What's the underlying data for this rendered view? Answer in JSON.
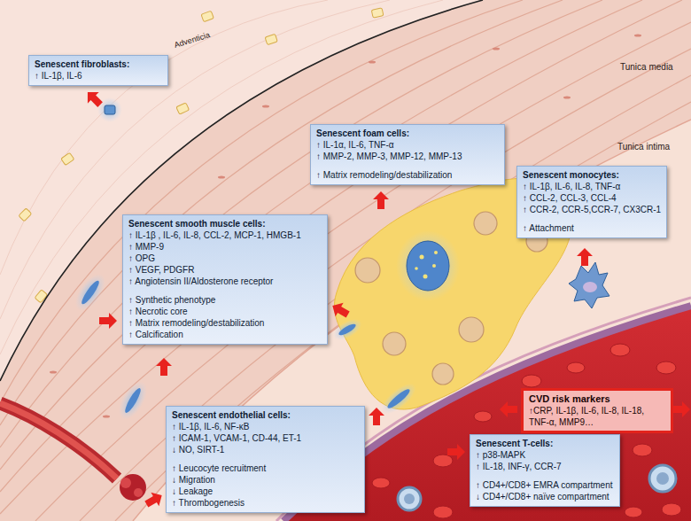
{
  "diagram": {
    "nodes": [
      {
        "text": [
          "Senescent fibroblasts:",
          "↑ IL-1β, IL-6"
        ]
      },
      {
        "text": [
          "Senescent foam cells:",
          "↑ IL-1α, IL-6, TNF-α",
          "↑ MMP-2, MMP-3, MMP-12, MMP-13",
          "↑ Matrix remodeling/destabilization"
        ]
      },
      {
        "text": [
          "Senescent monocytes:",
          "↑ IL-1β, IL-6, IL-8, TNF-α",
          "↑ CCL-2, CCL-3, CCL-4",
          "↑ CCR-2, CCR-5,CCR-7, CX3CR-1",
          "↑ Attachment"
        ]
      },
      {
        "text": [
          "Senescent smooth muscle cells:",
          "↑ IL-1β , IL-6, IL-8, CCL-2, MCP-1, HMGB-1",
          "↑ MMP-9",
          "↑ OPG",
          "↑ VEGF, PDGFR",
          "↑ Angiotensin II/Aldosterone receptor",
          "↑ Synthetic phenotype",
          "↑ Necrotic core",
          "↑ Matrix remodeling/destabilization",
          "↑ Calcification"
        ]
      },
      {
        "text": [
          "CVD risk markers",
          "↑CRP, IL-1β, IL-6, IL-8, IL-18, TNF-α, MMP9…"
        ]
      },
      {
        "text": [
          "Senescent endothelial cells:",
          "↑ IL-1β, IL-6, NF-κB",
          "↑ ICAM-1, VCAM-1, CD-44, ET-1",
          "↓ NO, SIRT-1",
          "↑ Leucocyte recruitment",
          "↓ Migration",
          "↓ Leakage",
          "↑ Thrombogenesis"
        ]
      },
      {
        "text": [
          "Senescent T-cells:",
          "↑ p38-MAPK",
          "↑ IL-18, INF-γ, CCR-7",
          "↑ CD4+/CD8+ EMRA compartment",
          "↓ CD4+/CD8+ naïve compartment"
        ]
      }
    ],
    "labels": [
      "Adventicia",
      "Tunica media",
      "Tunica intima"
    ]
  }
}
